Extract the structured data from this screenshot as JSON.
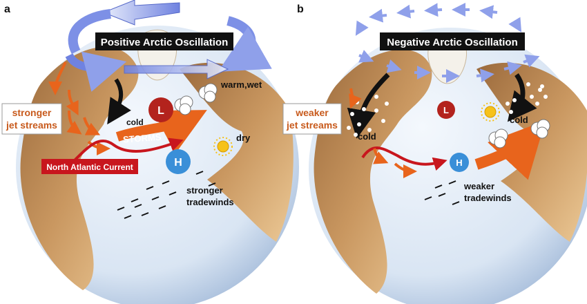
{
  "panel_a": {
    "letter": "a",
    "title": "Positive Arctic Oscillation",
    "jet_label": [
      "stronger",
      "jet streams"
    ],
    "current_label": "North Atlantic Current",
    "storms": "STORMS",
    "cold": "cold",
    "warm_wet": "warm,wet",
    "dry": "dry",
    "low": "L",
    "high": "H",
    "tradewinds": [
      "stronger",
      "tradewinds"
    ]
  },
  "panel_b": {
    "letter": "b",
    "title": "Negative Arctic Oscillation",
    "jet_label": [
      "weaker",
      "jet streams"
    ],
    "cold_west": "cold",
    "cold_east": "cold",
    "low": "L",
    "high": "H",
    "tradewinds": [
      "weaker",
      "tradewinds"
    ]
  },
  "colors": {
    "ocean": "#dfe9f5",
    "land": "#c9965f",
    "jet": "#e8641c",
    "current": "#c8161d",
    "low": "#b3231d",
    "high": "#3a8fd8",
    "polar_arrow": "#7d90e6"
  }
}
